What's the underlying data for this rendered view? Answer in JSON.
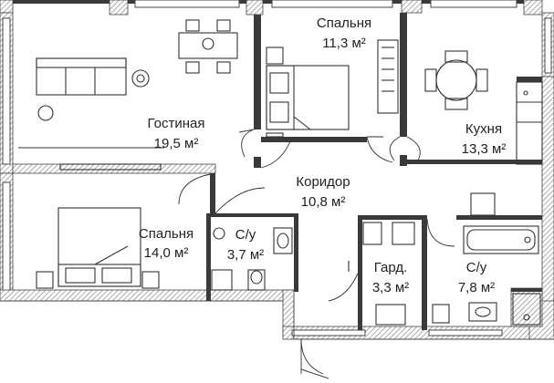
{
  "rooms": [
    {
      "name": "Гостиная",
      "area": "19,5 м²"
    },
    {
      "name": "Спальня",
      "area": "11,3 м²"
    },
    {
      "name": "Кухня",
      "area": "13,3 м²"
    },
    {
      "name": "Коридор",
      "area": "10,8 м²"
    },
    {
      "name": "Спальня",
      "area": "14,0 м²"
    },
    {
      "name": "С/у",
      "area": "3,7 м²"
    },
    {
      "name": "Гард.",
      "area": "3,3 м²"
    },
    {
      "name": "С/у",
      "area": "7,8 м²"
    }
  ],
  "colors": {
    "wall": "#3a3a3a",
    "hatch": "#bdbdbd",
    "line": "#444444"
  }
}
